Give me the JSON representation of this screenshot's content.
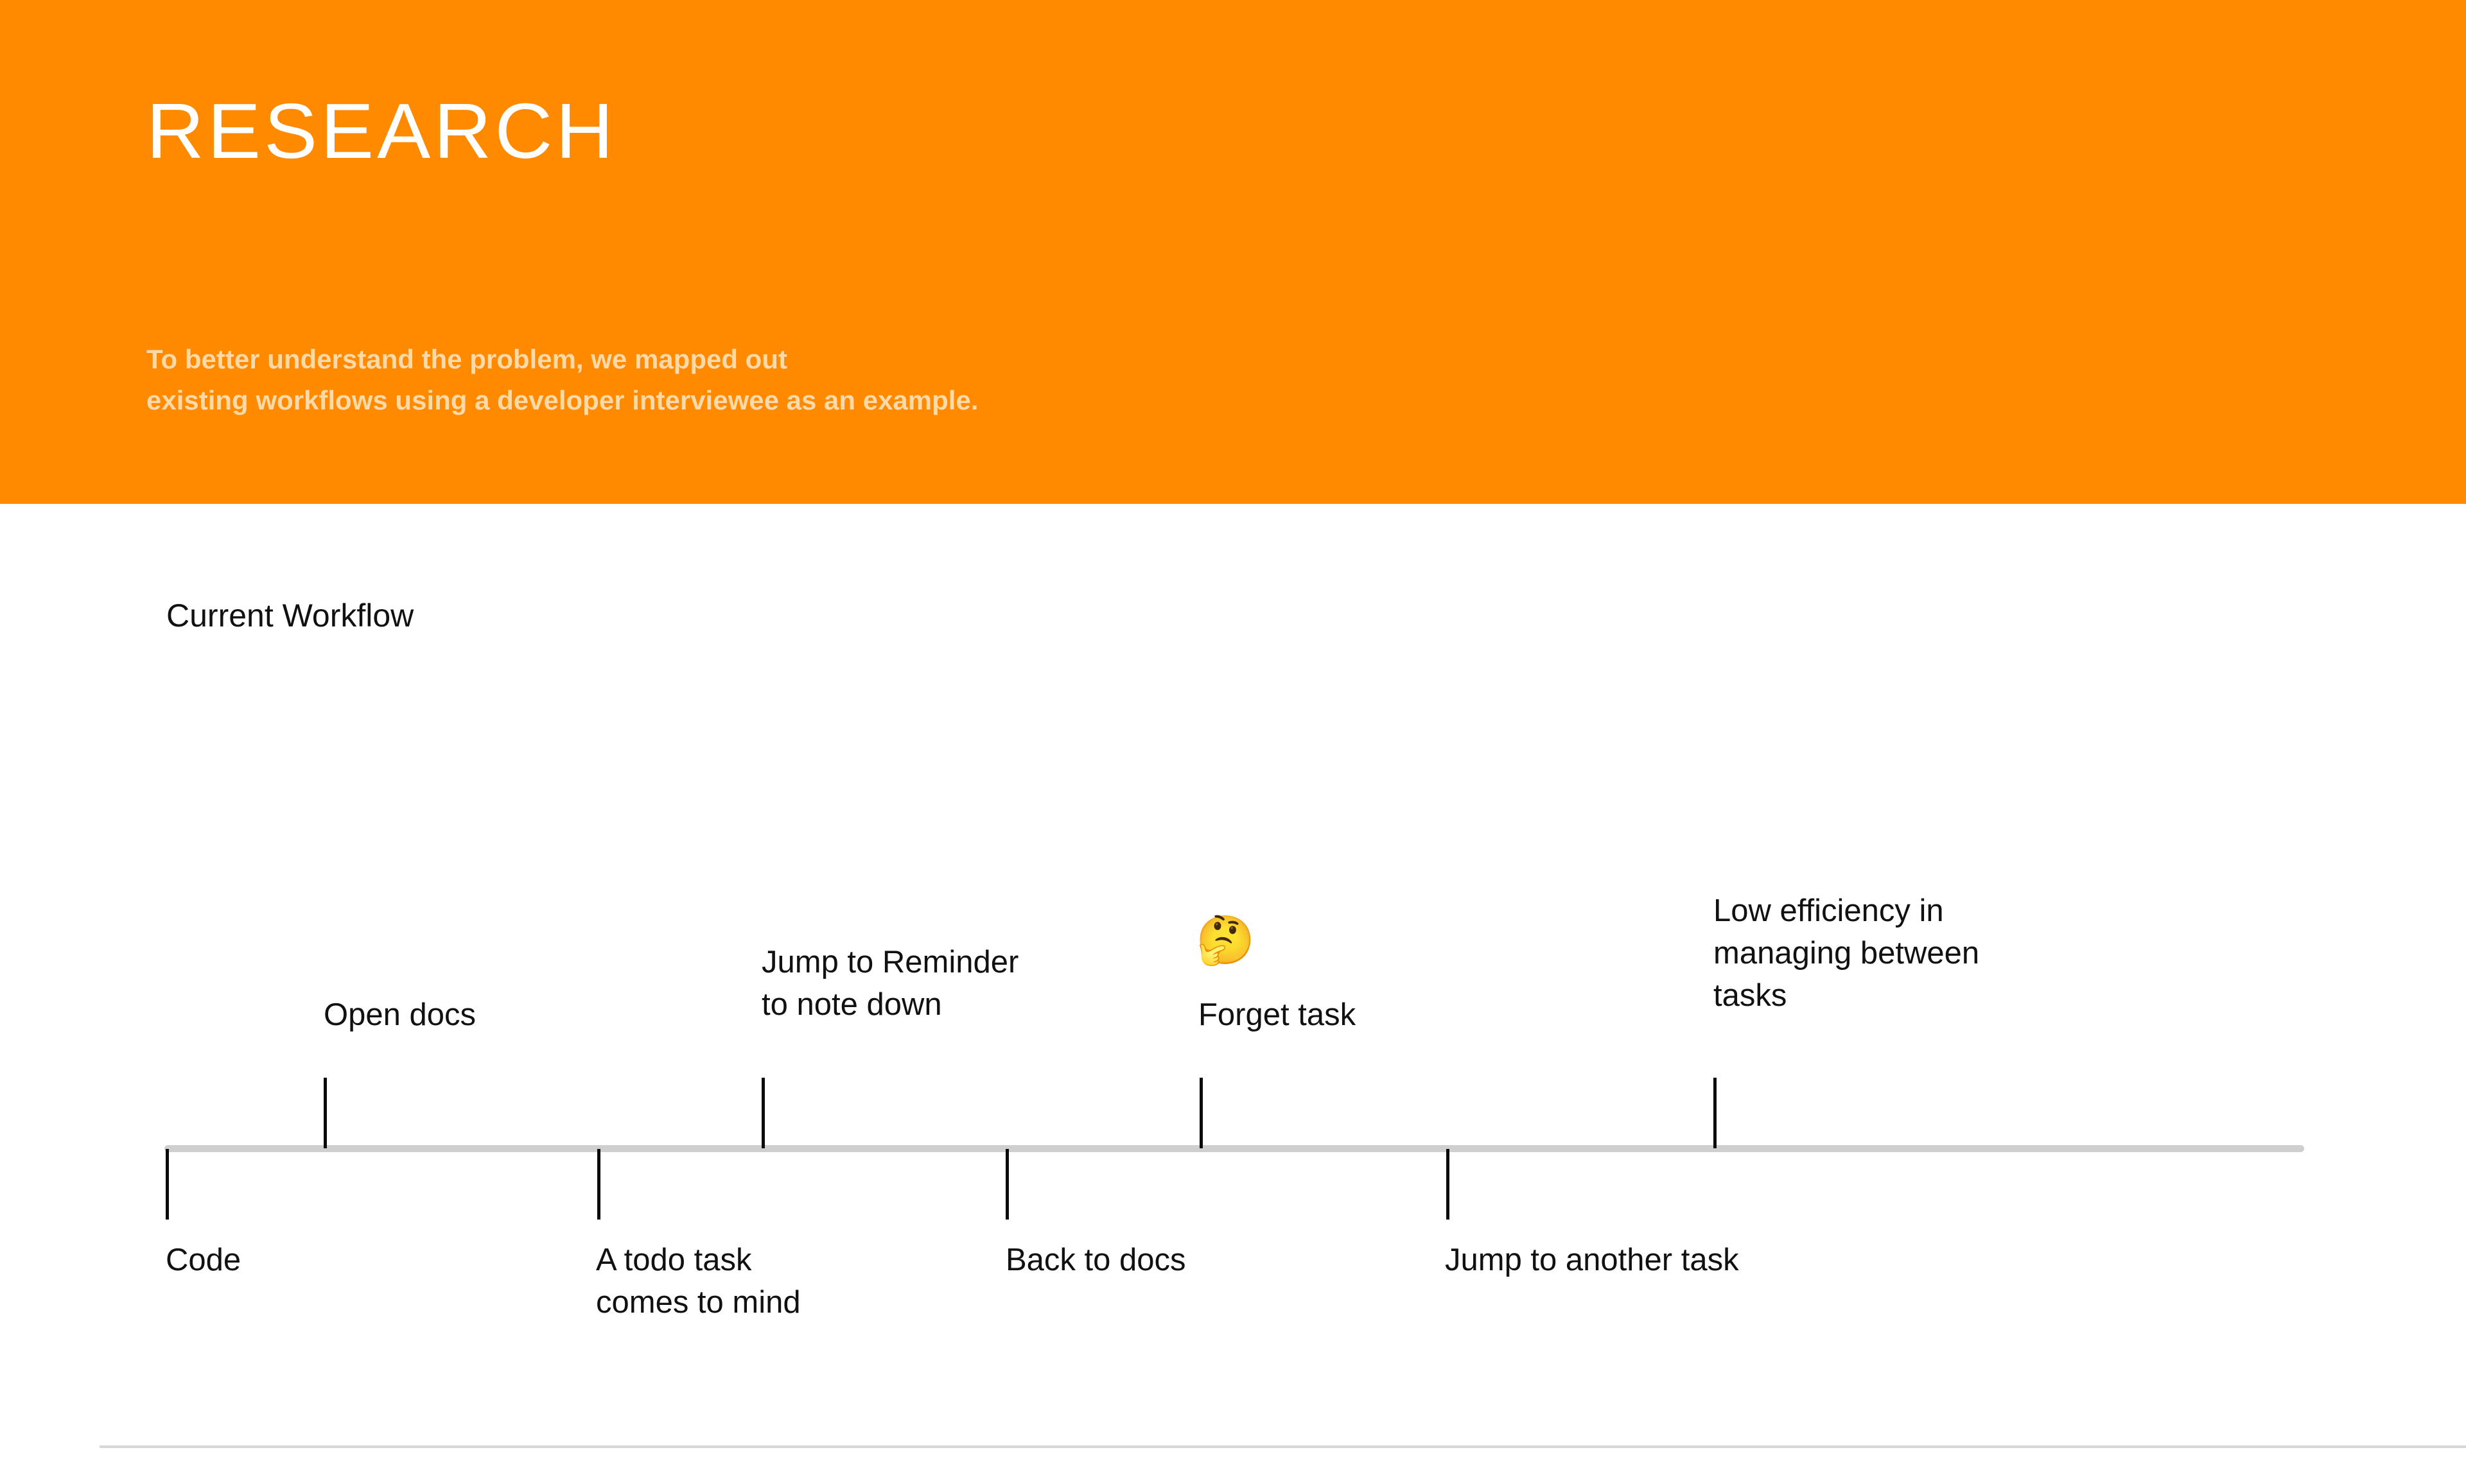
{
  "hero": {
    "title": "RESEARCH",
    "subtitle": "To better understand the problem, we mapped out\nexisting workflows using a developer interviewee as an example.",
    "background_color": "#FF8A00",
    "title_color": "#FFFFFF",
    "subtitle_color": "#FFD9A8"
  },
  "section": {
    "title": "Current Workflow"
  },
  "timeline": {
    "axis_color": "#CFCFCF",
    "tick_color": "#0B0B0B",
    "events_above": [
      {
        "label": "Open docs",
        "emoji": ""
      },
      {
        "label": "Jump to Reminder\nto note down",
        "emoji": ""
      },
      {
        "label": "Forget task",
        "emoji": "🤔"
      },
      {
        "label": "Low efficiency in\nmanaging between\ntasks",
        "emoji": ""
      }
    ],
    "events_below": [
      {
        "label": "Code"
      },
      {
        "label": "A todo task\ncomes to mind"
      },
      {
        "label": "Back to docs"
      },
      {
        "label": "Jump to another task"
      }
    ]
  },
  "footer": {
    "divider_color": "#D6D6D6"
  }
}
